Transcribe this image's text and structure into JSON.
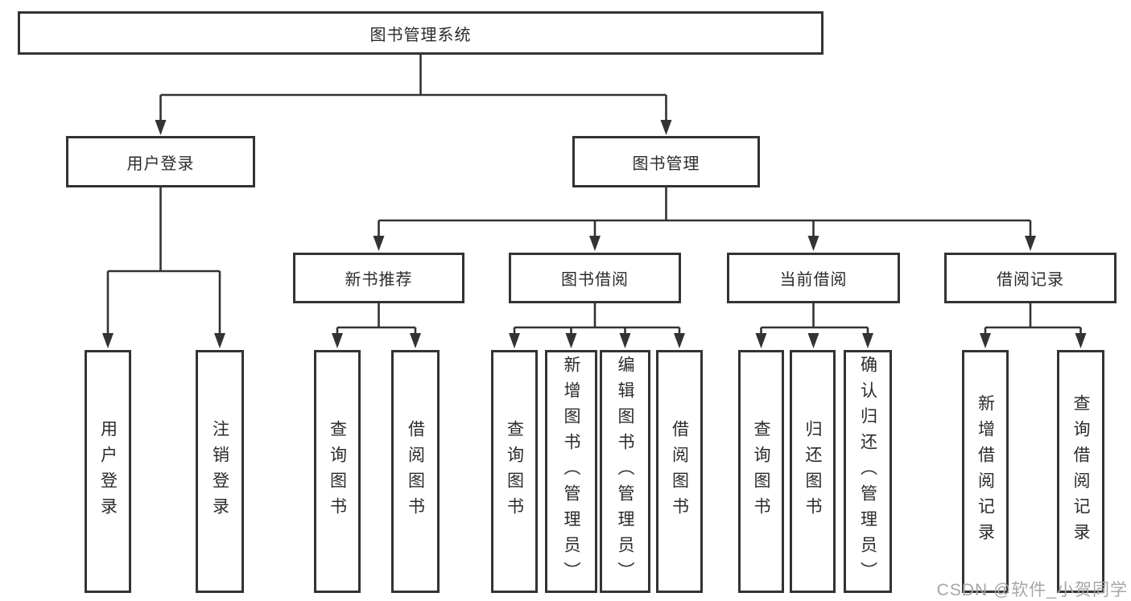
{
  "colors": {
    "line": "#333333",
    "box_border": "#333333",
    "text": "#2b2b2b",
    "watermark": "#a6a6a6",
    "background": "#ffffff"
  },
  "diagram": {
    "root": {
      "label": "图书管理系统"
    },
    "branches": [
      {
        "label": "用户登录",
        "children": [
          {
            "label": "用户登录"
          },
          {
            "label": "注销登录"
          }
        ]
      },
      {
        "label": "图书管理",
        "children": [
          {
            "label": "新书推荐",
            "children": [
              {
                "label": "查询图书"
              },
              {
                "label": "借阅图书"
              }
            ]
          },
          {
            "label": "图书借阅",
            "children": [
              {
                "label": "查询图书"
              },
              {
                "label": "新增图书（管理员）"
              },
              {
                "label": "编辑图书（管理员）"
              },
              {
                "label": "借阅图书"
              }
            ]
          },
          {
            "label": "当前借阅",
            "children": [
              {
                "label": "查询图书"
              },
              {
                "label": "归还图书"
              },
              {
                "label": "确认归还（管理员）"
              }
            ]
          },
          {
            "label": "借阅记录",
            "children": [
              {
                "label": "新增借阅记录"
              },
              {
                "label": "查询借阅记录"
              }
            ]
          }
        ]
      }
    ]
  },
  "watermark": {
    "text": "CSDN @软件_小贺同学"
  }
}
